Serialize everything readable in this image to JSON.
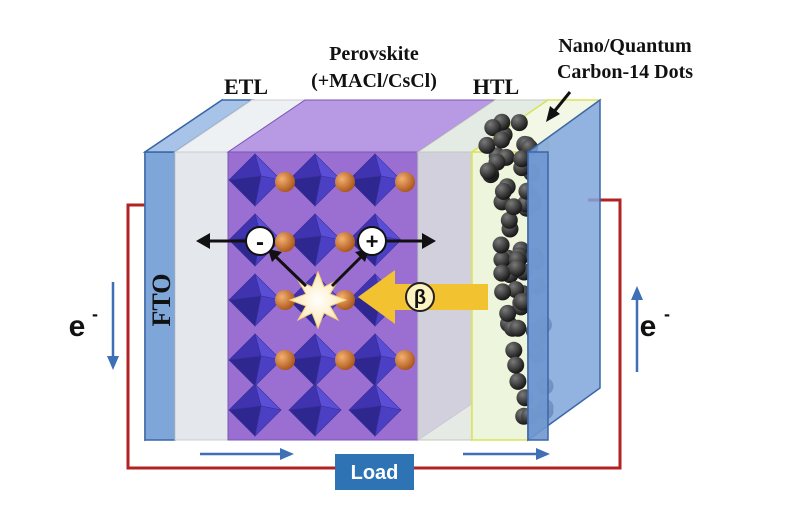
{
  "labels": {
    "perovskite_line1": "Perovskite",
    "perovskite_line2": "(+MACl/CsCl)",
    "etl": "ETL",
    "htl": "HTL",
    "dots_line1": "Nano/Quantum",
    "dots_line2": "Carbon-14 Dots",
    "fto": "FTO",
    "electron_left": "e",
    "electron_right": "e",
    "electron_sup": "-",
    "minus": "-",
    "plus": "+",
    "beta": "β",
    "load": "Load"
  },
  "colors": {
    "fto_blue": "#7fa6d9",
    "fto_edge": "#3b67a8",
    "etl_gray": "#e9ecef",
    "perovskite_purple": "#9b6fd1",
    "crystal_blue": "#4b3fc4",
    "ion_orange": "#c8702a",
    "htl_tint": "#eef5dd",
    "htl_edge": "#d9e35a",
    "carbon_dot": "#1f1f1f",
    "circuit_red": "#b22222",
    "arrow_blue": "#3f6fb5",
    "beta_yellow": "#f2c230",
    "load_box": "#2e74b5"
  }
}
